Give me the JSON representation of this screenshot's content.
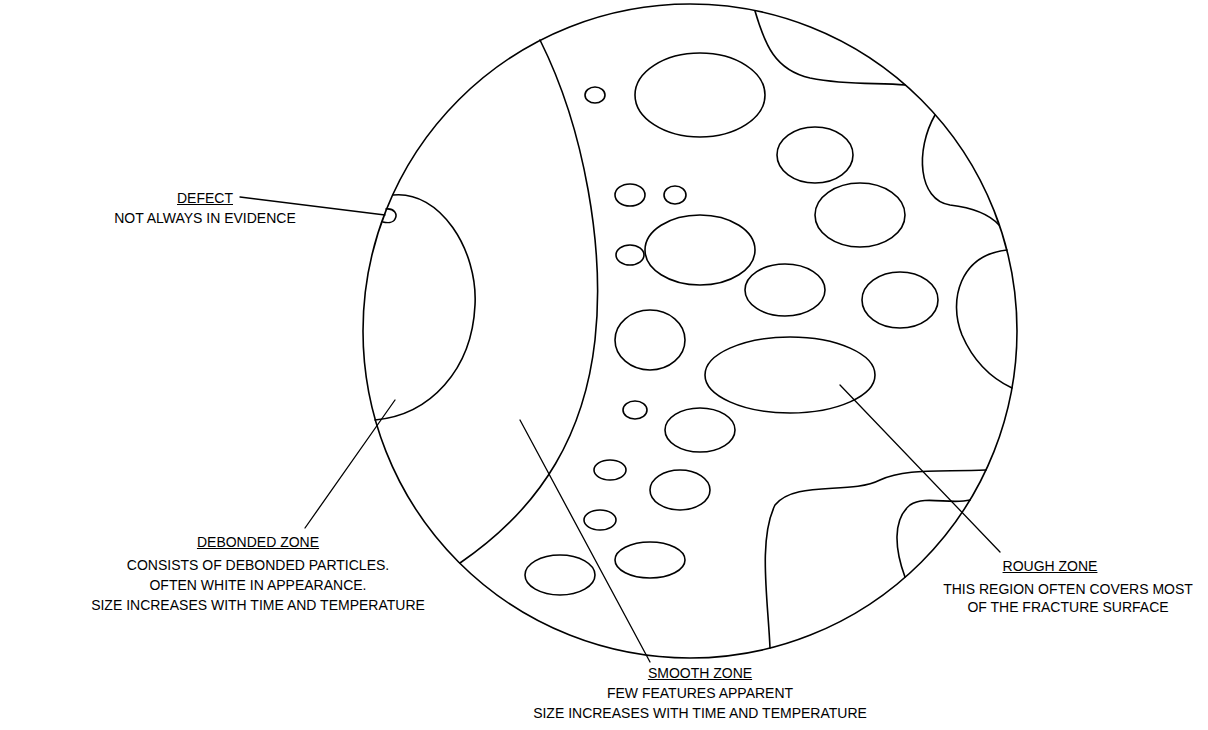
{
  "diagram": {
    "labels": [
      "DEFECT",
      "NOT ALWAYS IN EVIDENCE",
      "DEBONDED ZONE",
      "CONSISTS OF DEBONDED PARTICLES.",
      "OFTEN WHITE IN APPEARANCE.",
      "SIZE INCREASES WITH TIME AND TEMPERATURE",
      "SMOOTH ZONE",
      "FEW FEATURES APPARENT",
      "SIZE INCREASES WITH TIME AND TEMPERATURE",
      "ROUGH ZONE",
      "THIS REGION OFTEN COVERS MOST OF THE FRACTURE SURFACE"
    ]
  }
}
